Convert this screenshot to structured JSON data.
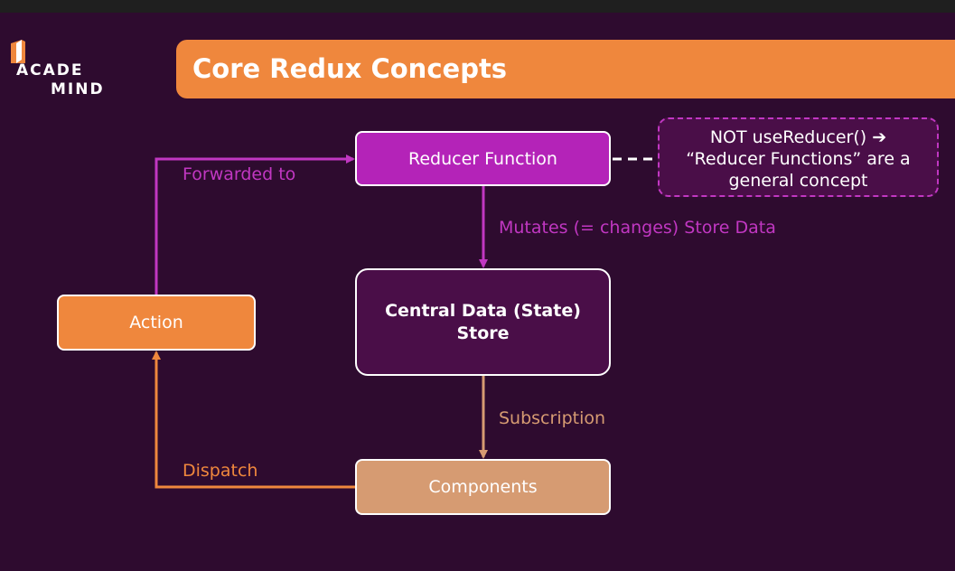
{
  "logo": {
    "line1": "ACADE",
    "line2": "MIND"
  },
  "title": "Core Redux Concepts",
  "boxes": {
    "reducer": "Reducer Function",
    "store": "Central Data (State) Store",
    "action": "Action",
    "components": "Components"
  },
  "note": {
    "line1": "NOT useReducer() ➔",
    "line2": "“Reducer Functions” are a",
    "line3": "general concept"
  },
  "labels": {
    "forwarded": "Forwarded to",
    "mutates": "Mutates (= changes) Store Data",
    "subscription": "Subscription",
    "dispatch": "Dispatch"
  },
  "colors": {
    "background": "#2e0b2f",
    "orange": "#ef873d",
    "magenta": "#b423b8",
    "magenta_line": "#c137c2",
    "peach": "#d69b72",
    "store_fill": "#4a0e48"
  }
}
